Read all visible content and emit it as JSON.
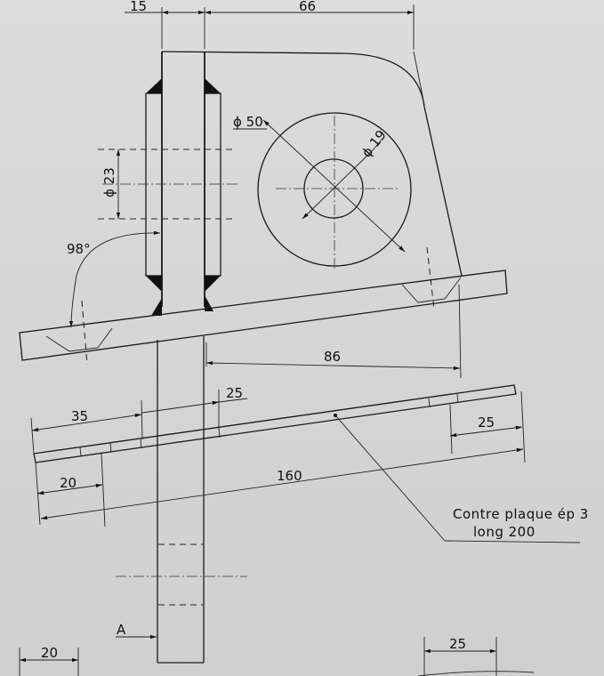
{
  "dimensions": {
    "d15": "15",
    "d66": "66",
    "phi50": "ϕ 50",
    "phi19": "ϕ 19",
    "phi23": "ϕ 23",
    "angle98": "98°",
    "d86": "86",
    "d35": "35",
    "d25_upper": "25",
    "d25_right": "25",
    "d20_left": "20",
    "d160": "160",
    "d20_bottom": "20",
    "d25_bottom": "25"
  },
  "notes": {
    "contre_line1": "Contre  plaque  ép 3",
    "contre_line2": "long  200"
  },
  "view_label": "A"
}
